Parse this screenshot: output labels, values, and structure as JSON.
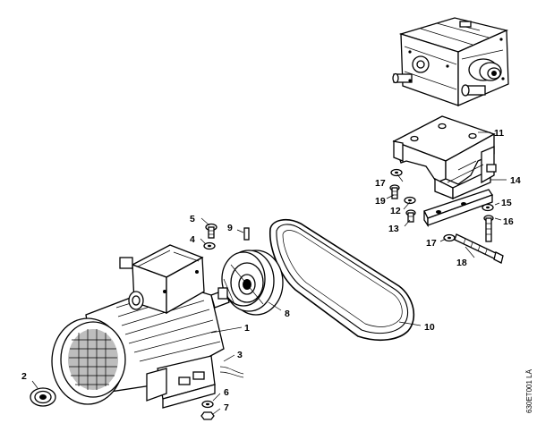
{
  "callouts": {
    "c1": "1",
    "c2": "2",
    "c3": "3",
    "c4": "4",
    "c5": "5",
    "c6": "6",
    "c7": "7",
    "c8": "8",
    "c9": "9",
    "c10": "10",
    "c11": "11",
    "c12": "12",
    "c13": "13",
    "c14": "14",
    "c15": "15",
    "c16": "16",
    "c17a": "17",
    "c17b": "17",
    "c18": "18",
    "c19": "19"
  },
  "drawing_code": "630ET001 LÄ"
}
